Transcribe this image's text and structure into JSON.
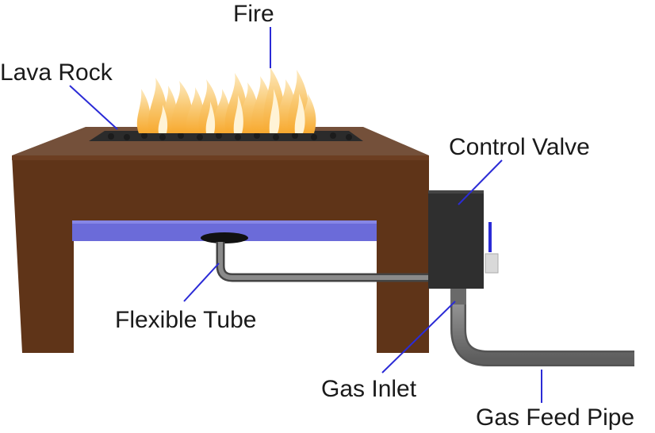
{
  "labels": {
    "fire": "Fire",
    "lava_rock": "Lava Rock",
    "control_valve": "Control Valve",
    "flexible_tube": "Flexible Tube",
    "gas_inlet": "Gas Inlet",
    "gas_feed_pipe": "Gas Feed Pipe"
  },
  "colors": {
    "table_body": "#5f3418",
    "table_top": "#74503a",
    "burner_pan": "#6b6bd9",
    "valve_box": "#2f2f2f",
    "pipe": "#777777",
    "leader_line": "#2b2bd6",
    "flame_outer": "#f3b546",
    "flame_inner": "#fde7b0"
  }
}
